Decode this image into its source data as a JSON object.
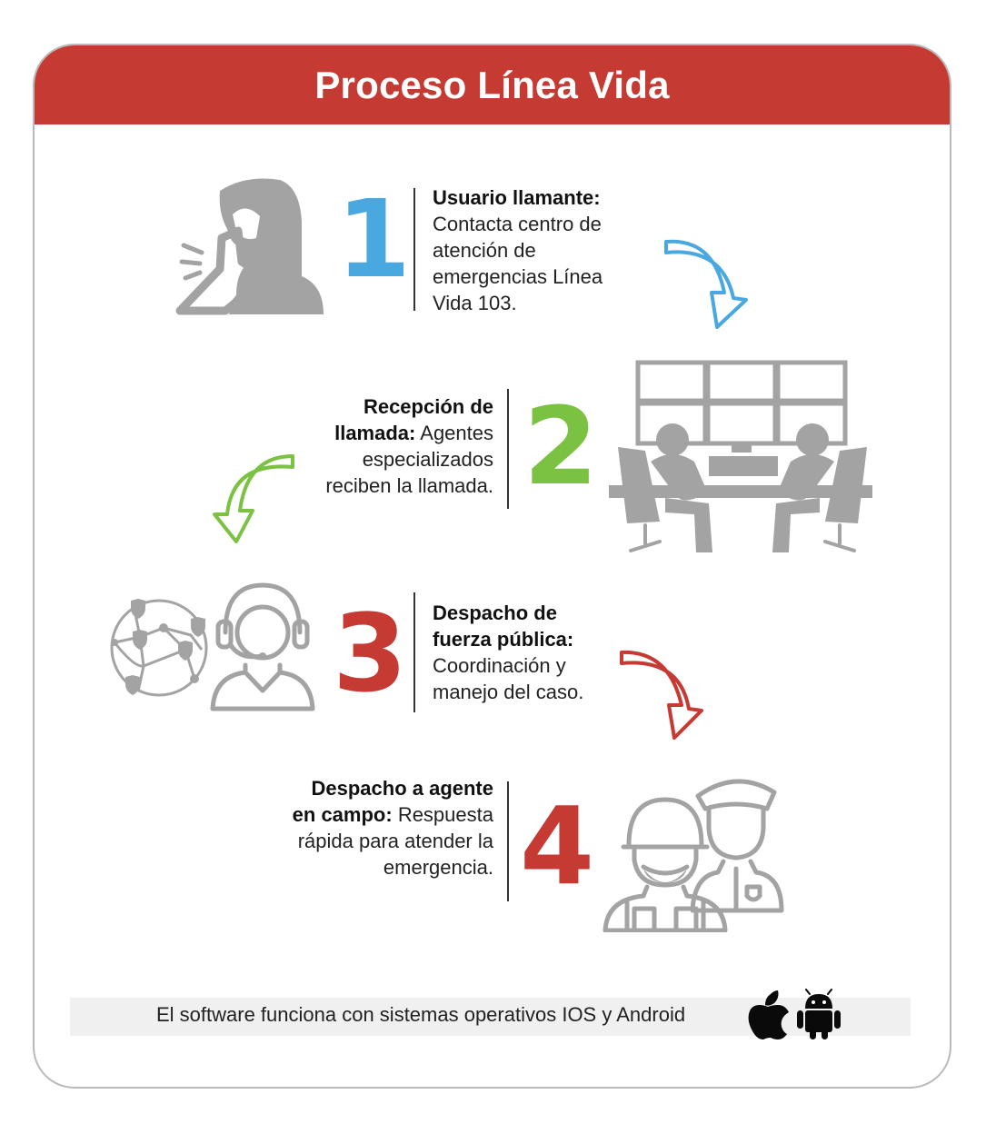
{
  "title": "Proceso Línea Vida",
  "steps": [
    {
      "number": "1",
      "heading": "Usuario llamante:",
      "body": "Contacta centro de atención de emergencias Línea Vida 103.",
      "color": "#4aa8e0"
    },
    {
      "number": "2",
      "heading": "Recepción de llamada:",
      "body": "Agentes especializados reciben la llamada.",
      "color": "#7cc242"
    },
    {
      "number": "3",
      "heading": "Despacho de fuerza pública:",
      "body": "Coordinación y manejo del caso.",
      "color": "#c53a33"
    },
    {
      "number": "4",
      "heading": "Despacho a agente en campo:",
      "body": "Respuesta rápida para atender la emergencia.",
      "color": "#c53a33"
    }
  ],
  "footer": {
    "text": "El software funciona con sistemas operativos IOS y Android"
  },
  "icons": [
    "person-calling-icon",
    "monitoring-room-icon",
    "shield-network-icon",
    "headset-operator-icon",
    "soldier-icon",
    "police-officer-icon",
    "apple-icon",
    "android-icon"
  ],
  "colors": {
    "header": "#c53a33",
    "icon_gray": "#a3a3a3"
  }
}
